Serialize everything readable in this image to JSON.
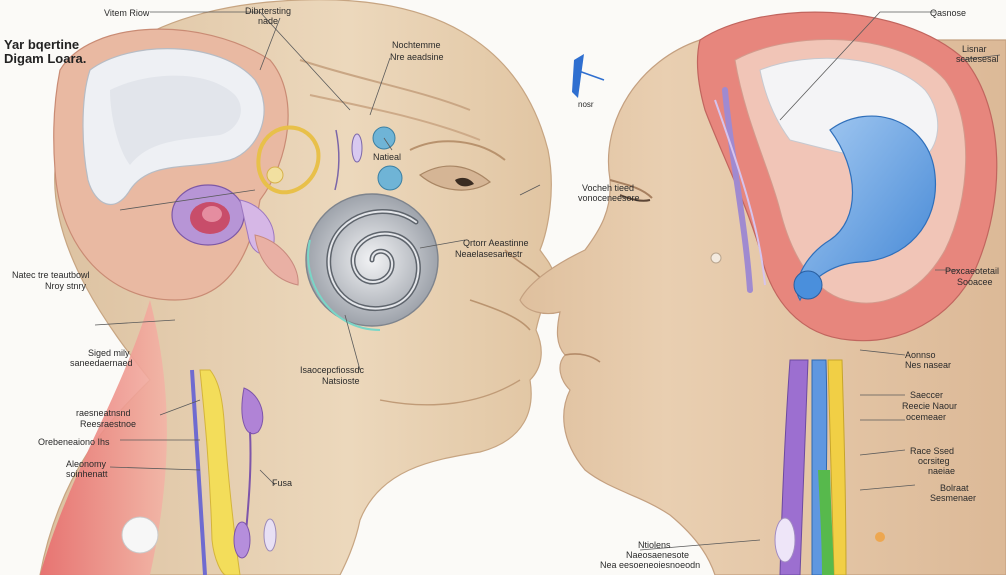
{
  "title": {
    "line1": "Yar bqertine",
    "line2": "Digam  Loara."
  },
  "labels": {
    "top_left_1": "Vitem Riow",
    "top_left_2": "Dibrtersting",
    "top_left_3": "nade",
    "center_top_1": "Nochtemme",
    "center_top_2": "Nre aeadsine",
    "small_center": "Natieal",
    "blue_arrow": "nosr",
    "left_mid_1": "Natec tre teautbowl",
    "left_mid_2": "Nroy stnry",
    "cochlea_1": "Qrtorr Aeastinne",
    "cochlea_2": "Neaelasesanestr",
    "left_low_1": "Siged mily",
    "left_low_2": "saneedaernaed",
    "nerve_1": "Isaocepcfiossdc",
    "nerve_2": "Natsioste",
    "left_low_3": "raesneatnsnd",
    "left_low_4": "Reesraestnoe",
    "left_low_5": "Orebeneaiono Ihs",
    "left_low_6": "Aleonomy",
    "left_low_7": "soinhenatt",
    "bottom_center": "Fusa",
    "face_right_1": "Vocheh tieed",
    "face_right_2": "vonoceneesore",
    "top_right_1": "Qasnose",
    "top_right_2": "Lisnar",
    "top_right_3": "scatesesal",
    "right_mid_1": "Pexcaeotetail",
    "right_mid_2": "Sooacee",
    "right_low_1": "Aonnso",
    "right_low_2": "Nes nasear",
    "right_low_3": "Saeccer",
    "right_low_4": "Reecie Naour",
    "right_low_5": "ocemeaer",
    "right_low_6": "Race Ssed",
    "right_low_7": "ocrsiteg",
    "right_low_8": "naeiae",
    "right_low_9": "Bolraat",
    "right_low_10": "Sesmenaer",
    "bottom_right_1": "Ntiolens",
    "bottom_right_2": "Naeosaenesote",
    "bottom_right_3": "Nea eesoeneoiesnoeodn"
  },
  "colors": {
    "skin": "#e7d0b1",
    "skin_shadow": "#c9a986",
    "ear_red": "#e2797a",
    "canal_white": "#eef0f4",
    "cochlea_grey": "#b9bec6",
    "nerve_blue": "#7fb1e6",
    "nerve_yellow": "#f3d24a",
    "nerve_purple": "#9d6fc6",
    "leader_line": "#5a5a5a"
  }
}
